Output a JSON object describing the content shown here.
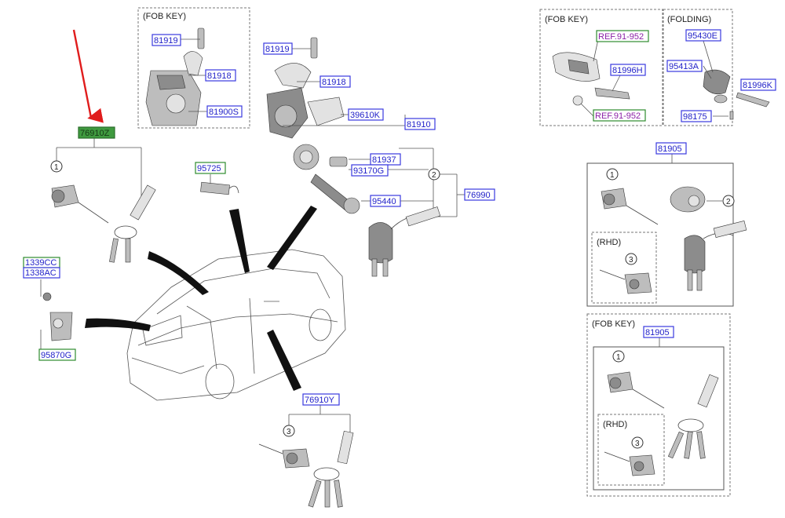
{
  "colors": {
    "part_label_border": "#3a3ae0",
    "part_label_text": "#1f1fc8",
    "reference_border": "#2e8b2e",
    "reference_text": "#8a1fa6",
    "highlight_fill": "#3f9a3f",
    "pointer_arrow": "#e01c1c"
  },
  "sections": {
    "fob_key_1": "(FOB KEY)",
    "fob_key_2": "(FOB KEY)",
    "folding": "(FOLDING)",
    "fob_key_3": "(FOB KEY)",
    "rhd_1": "(RHD)",
    "rhd_2": "(RHD)"
  },
  "parts": {
    "p81919_a": "81919",
    "p81918_a": "81918",
    "p81900s": "81900S",
    "p81919_b": "81919",
    "p81918_b": "81918",
    "p39610k": "39610K",
    "p81910": "81910",
    "p81937": "81937",
    "p93170g": "93170G",
    "p95440": "95440",
    "p76990": "76990",
    "p76910z": "76910Z",
    "p95725": "95725",
    "p1339cc": "1339CC",
    "p1338ac": "1338AC",
    "p95870g": "95870G",
    "p76910y": "76910Y",
    "ref_1": "REF.91-952",
    "p81996h": "81996H",
    "ref_2": "REF.91-952",
    "p95430e": "95430E",
    "p95413a": "95413A",
    "p81996k": "81996K",
    "p98175": "98175",
    "p81905_a": "81905",
    "p81905_b": "81905"
  },
  "callouts": {
    "c1_left": "1",
    "c2_mid": "2",
    "c3_bottom": "3",
    "c1_r1": "1",
    "c2_r1": "2",
    "c3_r1": "3",
    "c1_r2": "1",
    "c3_r2": "3"
  }
}
